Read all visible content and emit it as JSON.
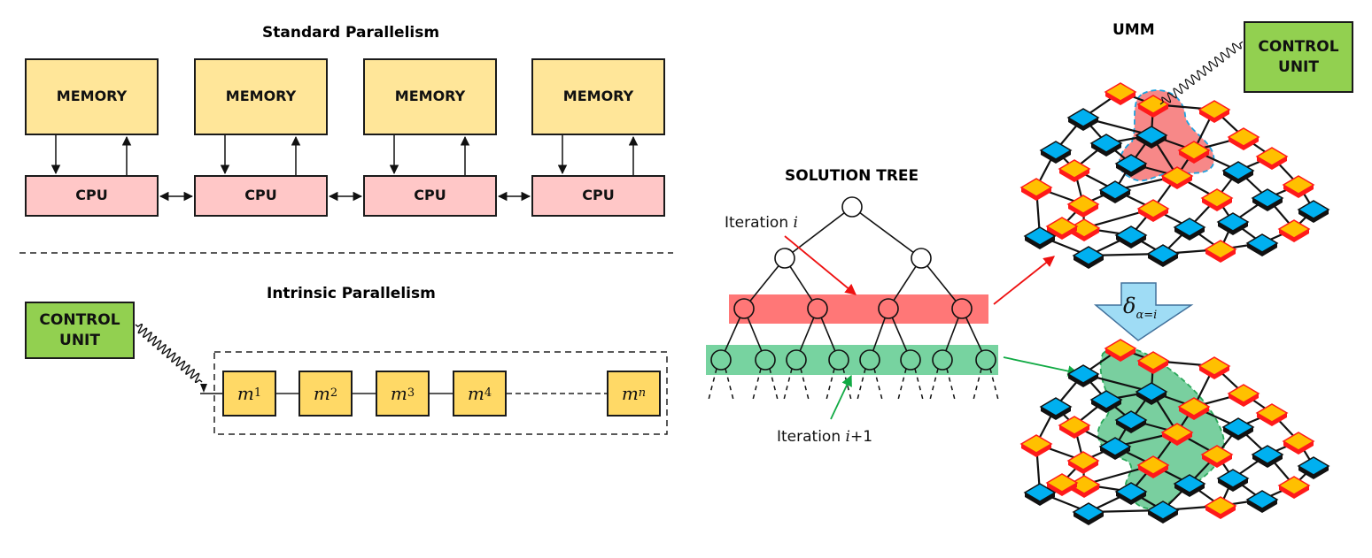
{
  "standard": {
    "title": "Standard Parallelism",
    "memory_label": "MEMORY",
    "cpu_label": "CPU",
    "units": 4
  },
  "intrinsic": {
    "title": "Intrinsic Parallelism",
    "control_unit": {
      "line1": "CONTROL",
      "line2": "UNIT"
    },
    "modules": [
      {
        "base": "m",
        "sub": "1"
      },
      {
        "base": "m",
        "sub": "2"
      },
      {
        "base": "m",
        "sub": "3"
      },
      {
        "base": "m",
        "sub": "4"
      },
      {
        "base": "m",
        "sub": "n"
      }
    ]
  },
  "tree": {
    "title": "SOLUTION TREE",
    "iteration_i": {
      "prefix": "Iteration ",
      "var": "i"
    },
    "iteration_i1": {
      "prefix": "Iteration ",
      "var": "i",
      "suffix": "+1"
    }
  },
  "umm": {
    "title": "UMM",
    "control_unit": {
      "line1": "CONTROL",
      "line2": "UNIT"
    },
    "transition": {
      "symbol": "δ",
      "subscript": "α=i"
    }
  },
  "colors": {
    "memory": "#ffe699",
    "cpu": "#ffc7c7",
    "control": "#92d050",
    "module": "#ffd966",
    "red_band": "#ff7777",
    "green_band": "#77d3a0",
    "blue_node": "#00b0f0",
    "orange_node": "#ffc000",
    "red_edge": "#ff0000",
    "arrow_fill": "#9fdcf5"
  }
}
